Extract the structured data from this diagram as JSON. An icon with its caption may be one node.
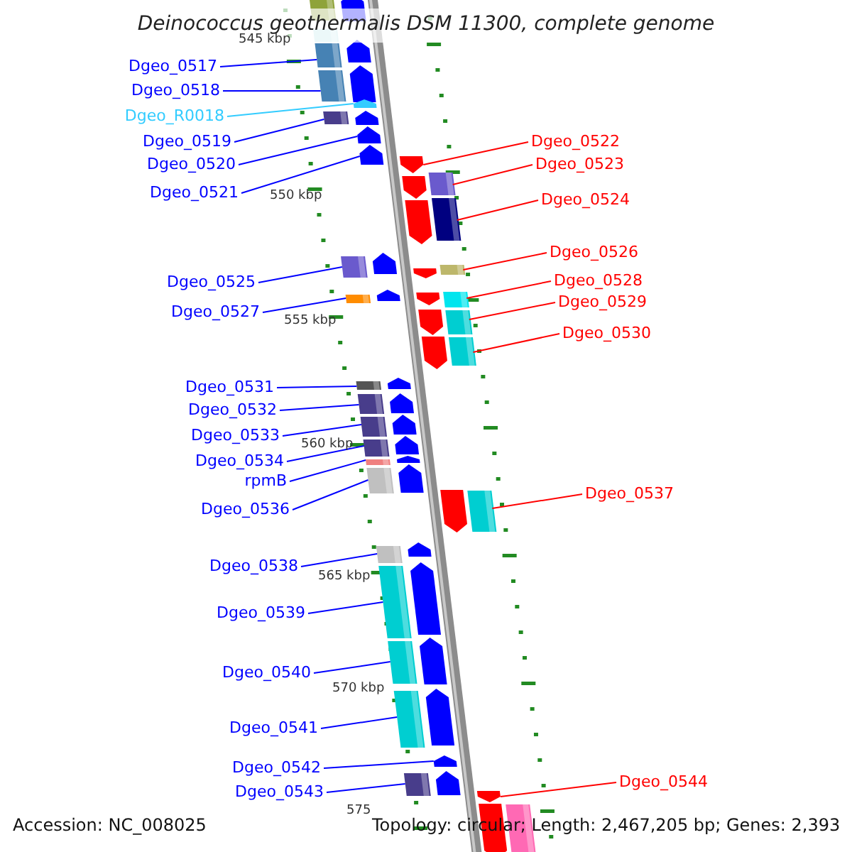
{
  "diagram": {
    "title": "Deinococcus geothermalis DSM 11300, complete genome",
    "nodes": [
      {
        "text": [
          "Dgeo_0517"
        ]
      },
      {
        "text": [
          "Dgeo_0518"
        ]
      },
      {
        "text": [
          "Dgeo_R0018"
        ]
      },
      {
        "text": [
          "Dgeo_0519"
        ]
      },
      {
        "text": [
          "Dgeo_0522"
        ]
      },
      {
        "text": [
          "Dgeo_0520"
        ]
      },
      {
        "text": [
          "Dgeo_0523"
        ]
      },
      {
        "text": [
          "Dgeo_0521"
        ]
      },
      {
        "text": [
          "Dgeo_0524"
        ]
      },
      {
        "text": [
          "Dgeo_0526"
        ]
      },
      {
        "text": [
          "Dgeo_0525"
        ]
      },
      {
        "text": [
          "Dgeo_0528"
        ]
      },
      {
        "text": [
          "Dgeo_0529"
        ]
      },
      {
        "text": [
          "Dgeo_0527"
        ]
      },
      {
        "text": [
          "Dgeo_0530"
        ]
      },
      {
        "text": [
          "Dgeo_0531"
        ]
      },
      {
        "text": [
          "Dgeo_0532"
        ]
      },
      {
        "text": [
          "Dgeo_0533"
        ]
      },
      {
        "text": [
          "Dgeo_0534"
        ]
      },
      {
        "text": [
          "rpmB"
        ]
      },
      {
        "text": [
          "Dgeo_0537"
        ]
      },
      {
        "text": [
          "Dgeo_0536"
        ]
      },
      {
        "text": [
          "Dgeo_0538"
        ]
      },
      {
        "text": [
          "Dgeo_0539"
        ]
      },
      {
        "text": [
          "Dgeo_0540"
        ]
      },
      {
        "text": [
          "Dgeo_0541"
        ]
      },
      {
        "text": [
          "Dgeo_0542"
        ]
      },
      {
        "text": [
          "Dgeo_0544"
        ]
      },
      {
        "text": [
          "Dgeo_0543"
        ]
      },
      {
        "text": [],
        "shape": "bar"
      },
      {
        "text": [],
        "shape": "bar"
      },
      {
        "text": [],
        "shape": "bar"
      },
      {
        "text": [],
        "shape": "bar"
      },
      {
        "text": [],
        "shape": "bar"
      },
      {
        "text": [],
        "shape": "bar"
      },
      {
        "text": [],
        "shape": "bar"
      },
      {
        "text": [],
        "shape": "bar"
      },
      {
        "text": [],
        "shape": "bar"
      },
      {
        "text": [],
        "shape": "bar"
      },
      {
        "text": [],
        "shape": "bar"
      },
      {
        "text": [],
        "shape": "bar"
      },
      {
        "text": [],
        "shape": "bar"
      },
      {
        "text": [],
        "shape": "bar"
      },
      {
        "text": [],
        "shape": "bar"
      },
      {
        "text": [],
        "shape": "bar"
      },
      {
        "text": [],
        "shape": "bar"
      },
      {
        "text": [],
        "shape": "bar"
      },
      {
        "text": [],
        "shape": "bar"
      },
      {
        "text": [],
        "shape": "bar"
      },
      {
        "text": [],
        "shape": "bar"
      },
      {
        "text": [],
        "shape": "bar"
      },
      {
        "text": [],
        "shape": "bar"
      },
      {
        "text": [],
        "shape": "bar"
      },
      {
        "text": [],
        "shape": "bar"
      },
      {
        "text": [],
        "shape": "bar"
      },
      {
        "text": [],
        "shape": "bar"
      },
      {
        "text": [],
        "shape": "bar"
      },
      {
        "text": [],
        "shape": "bar"
      },
      {
        "text": [],
        "shape": "bar"
      },
      {
        "text": [],
        "shape": "bar"
      }
    ],
    "edges": [
      {
        "from": 0,
        "to": 30,
        "arrow": "none"
      },
      {
        "from": 1,
        "to": 31,
        "arrow": "none"
      },
      {
        "from": 2,
        "to": 32,
        "arrow": "none",
        "color": "#33ccff"
      },
      {
        "from": 3,
        "to": 33,
        "arrow": "none"
      },
      {
        "from": 4,
        "to": 36,
        "arrow": "none",
        "color": "#ff0000"
      },
      {
        "from": 5,
        "to": 34,
        "arrow": "none"
      },
      {
        "from": 6,
        "to": 37,
        "arrow": "none",
        "color": "#ff0000"
      },
      {
        "from": 7,
        "to": 35,
        "arrow": "none"
      },
      {
        "from": 8,
        "to": 38,
        "arrow": "none",
        "color": "#ff0000"
      },
      {
        "from": 9,
        "to": 40,
        "arrow": "none",
        "color": "#ff0000"
      },
      {
        "from": 10,
        "to": 39,
        "arrow": "none"
      },
      {
        "from": 11,
        "to": 42,
        "arrow": "none",
        "color": "#ff0000"
      },
      {
        "from": 12,
        "to": 43,
        "arrow": "none",
        "color": "#ff0000"
      },
      {
        "from": 13,
        "to": 41,
        "arrow": "none"
      },
      {
        "from": 14,
        "to": 44,
        "arrow": "none",
        "color": "#ff0000"
      },
      {
        "from": 15,
        "to": 45,
        "arrow": "none"
      },
      {
        "from": 16,
        "to": 46,
        "arrow": "none"
      },
      {
        "from": 17,
        "to": 47,
        "arrow": "none"
      },
      {
        "from": 18,
        "to": 48,
        "arrow": "none"
      },
      {
        "from": 19,
        "to": 49,
        "arrow": "none"
      },
      {
        "from": 20,
        "to": 51,
        "arrow": "none",
        "color": "#ff0000"
      },
      {
        "from": 21,
        "to": 50,
        "arrow": "none"
      },
      {
        "from": 22,
        "to": 52,
        "arrow": "none"
      },
      {
        "from": 23,
        "to": 53,
        "arrow": "none"
      },
      {
        "from": 24,
        "to": 54,
        "arrow": "none"
      },
      {
        "from": 25,
        "to": 55,
        "arrow": "none"
      },
      {
        "from": 26,
        "to": 56,
        "arrow": "none"
      },
      {
        "from": 27,
        "to": 58,
        "arrow": "none",
        "color": "#ff0000"
      },
      {
        "from": 28,
        "to": 57,
        "arrow": "none"
      }
    ],
    "labels": [
      "545 kbp",
      "550 kbp",
      "555 kbp",
      "560 kbp",
      "565 kbp",
      "570 kbp",
      "575",
      "Accession: NC_008025",
      "Topology: circular; Length: 2,467,205 bp; Genes: 2,393"
    ]
  }
}
